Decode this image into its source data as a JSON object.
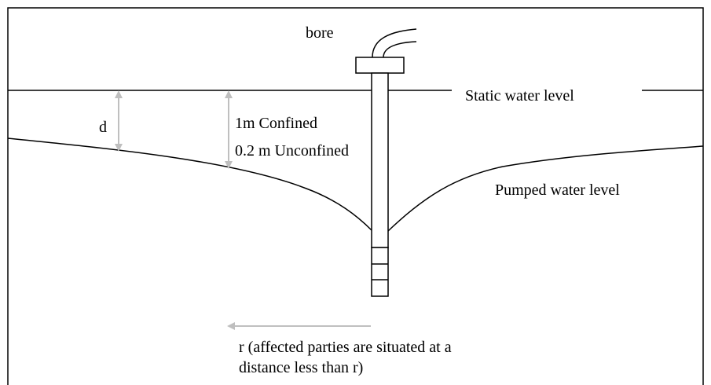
{
  "labels": {
    "bore": "bore",
    "static_water_level": "Static water level",
    "pumped_water_level": "Pumped water level",
    "d": "d",
    "confined": "1m Confined",
    "unconfined": "0.2 m Unconfined",
    "radius_line1": "r (affected parties are situated at a",
    "radius_line2": "distance less than r)"
  },
  "colors": {
    "line": "#000000",
    "dimension_arrow": "#bfbfbf"
  }
}
